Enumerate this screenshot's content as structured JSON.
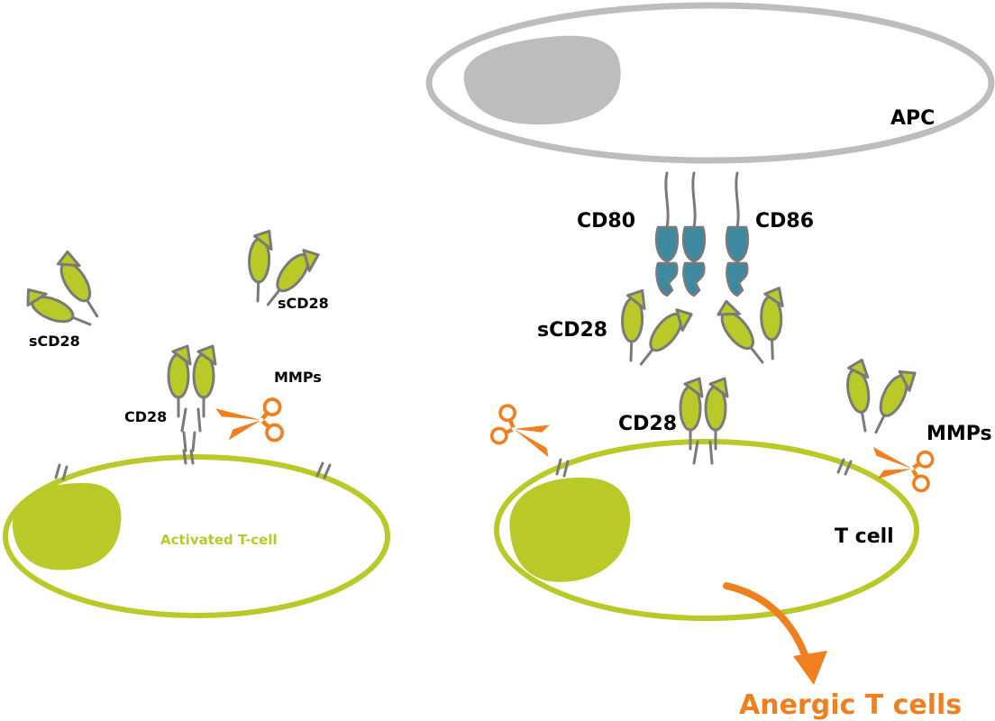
{
  "labels": {
    "apc": "APC",
    "cd80": "CD80",
    "cd86": "CD86",
    "scd28_right": "sCD28",
    "cd28_right": "CD28",
    "mmps_right": "MMPs",
    "t_cell": "T cell",
    "anergic": "Anergic T cells",
    "scd28_left_1": "sCD28",
    "scd28_left_2": "sCD28",
    "mmps_left": "MMPs",
    "cd28_left": "CD28",
    "activated": "Activated T-cell"
  },
  "colors": {
    "receptor": "#b8c928",
    "outline": "#7a7a7a",
    "ligand": "#3d8aa0",
    "mmp": "#f0801f",
    "apc": "#bdbdbd",
    "t_cell": "#b8c928",
    "label_orange": "#f0801f"
  },
  "icons": [
    "scissors-icon",
    "receptor-icon",
    "ligand-icon"
  ]
}
